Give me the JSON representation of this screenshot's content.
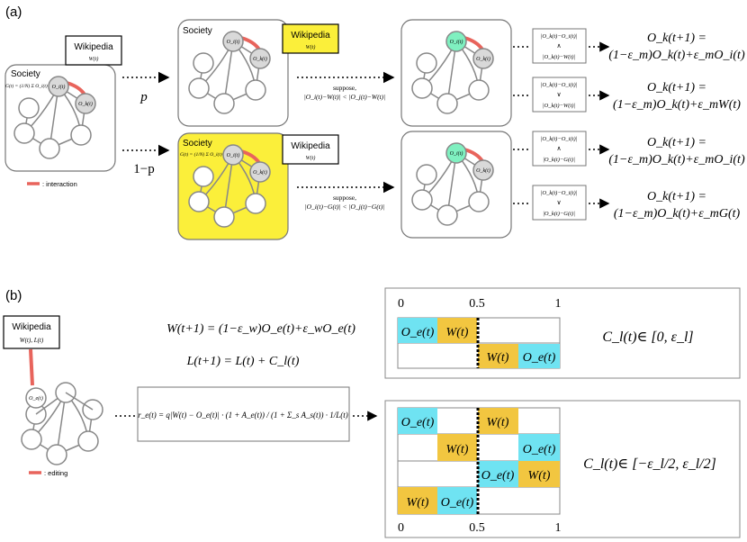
{
  "panel_a": {
    "label": "(a)",
    "wiki_title": "Wikipedia",
    "wiki_sub": "W(t)",
    "society_title": "Society",
    "society_formula": "G(t) = (1/N) Σ O_i(t)",
    "node_oi": "O_i(t)",
    "node_ok": "O_k(t)",
    "arrow_p": "p",
    "arrow_1mp": "1−p",
    "legend_interaction": ": interaction",
    "suppose_w_1": "suppose,",
    "suppose_w_2": "|O_i(t)−W(t)| < |O_j(t)−W(t)|",
    "suppose_g_1": "suppose,",
    "suppose_g_2": "|O_i(t)−G(t)| < |O_j(t)−G(t)|",
    "cond1_top": "|O_k(t)−O_i(t)|",
    "cond1_op": "∧",
    "cond1_bot": "|O_k(t)−W(t)|",
    "cond2_top": "|O_k(t)−O_i(t)|",
    "cond2_op": "∨",
    "cond2_bot": "|O_k(t)−W(t)|",
    "cond3_top": "|O_k(t)−O_i(t)|",
    "cond3_op": "∧",
    "cond3_bot": "|O_k(t)−G(t)|",
    "cond4_top": "|O_k(t)−O_i(t)|",
    "cond4_op": "∨",
    "cond4_bot": "|O_k(t)−G(t)|",
    "res1_l1": "O_k(t+1) =",
    "res1_l2": "(1−ε_m)O_k(t)+ε_mO_i(t)",
    "res2_l1": "O_k(t+1) =",
    "res2_l2": "(1−ε_m)O_k(t)+ε_mW(t)",
    "res3_l1": "O_k(t+1) =",
    "res3_l2": "(1−ε_m)O_k(t)+ε_mO_i(t)",
    "res4_l1": "O_k(t+1) =",
    "res4_l2": "(1−ε_m)O_k(t)+ε_mG(t)"
  },
  "panel_b": {
    "label": "(b)",
    "wiki_title": "Wikipedia",
    "wiki_sub": "W(t), L(t)",
    "node_oe": "O_e(t)",
    "legend_editing": ": editing",
    "eq_w": "W(t+1) = (1−ε_w)O_e(t)+ε_wO_e(t)",
    "eq_l": "L(t+1) = L(t) + C_l(t)",
    "eq_r": "r_e(t) = q|W(t) − O_e(t)| · (1 + A_e(t)) / (1 + Σ_s A_s(t)) · 1/L(t)",
    "axis_0": "0",
    "axis_05": "0.5",
    "axis_1": "1",
    "cell_oe": "O_e(t)",
    "cell_w": "W(t)",
    "range_top": "C_l(t)∈ [0, ε_l]",
    "range_bot": "C_l(t)∈ [−ε_l/2, ε_l/2]"
  },
  "colors": {
    "yellow_highlight": "#fbef3a",
    "interaction_red": "#e8645c",
    "node_grey": "#d9d9d9",
    "node_green": "#7ff0c0",
    "cell_cyan": "#6fe3f2",
    "cell_gold": "#f2c640"
  }
}
